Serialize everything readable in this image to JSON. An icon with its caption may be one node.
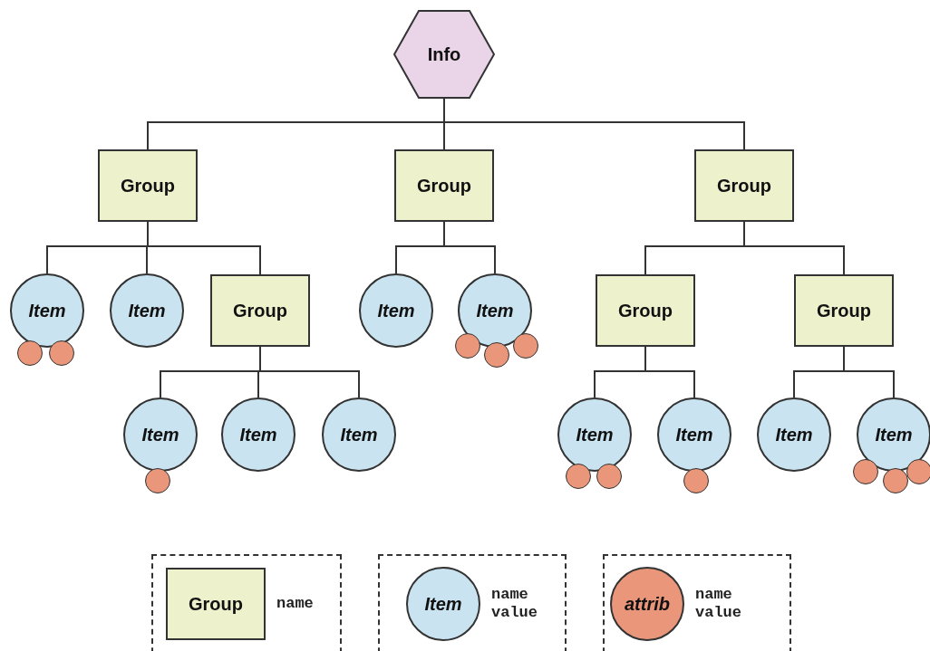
{
  "diagram": {
    "nodes": [
      {
        "text": [
          "Info"
        ]
      },
      {
        "text": [
          "Group"
        ]
      },
      {
        "text": [
          "Group"
        ]
      },
      {
        "text": [
          "Group"
        ]
      },
      {
        "text": [
          "Item"
        ]
      },
      {
        "text": [
          "Item"
        ]
      },
      {
        "text": [
          "Group"
        ]
      },
      {
        "text": [
          "Item"
        ]
      },
      {
        "text": [
          "Item"
        ]
      },
      {
        "text": [
          "Group"
        ]
      },
      {
        "text": [
          "Group"
        ]
      },
      {
        "text": [
          "Item"
        ]
      },
      {
        "text": [
          "Item"
        ]
      },
      {
        "text": [
          "Item"
        ]
      },
      {
        "text": [
          "Item"
        ]
      },
      {
        "text": [
          "Item"
        ]
      },
      {
        "text": [
          "Item"
        ]
      },
      {
        "text": [
          "Item"
        ]
      },
      {
        "text": [],
        "shape": "circle"
      },
      {
        "text": [],
        "shape": "circle"
      },
      {
        "text": [],
        "shape": "circle"
      },
      {
        "text": [],
        "shape": "circle"
      },
      {
        "text": [],
        "shape": "circle"
      },
      {
        "text": [],
        "shape": "circle"
      },
      {
        "text": [],
        "shape": "circle"
      },
      {
        "text": [],
        "shape": "circle"
      },
      {
        "text": [],
        "shape": "circle"
      },
      {
        "text": [],
        "shape": "circle"
      },
      {
        "text": [],
        "shape": "circle"
      },
      {
        "text": [],
        "shape": "circle"
      },
      {
        "text": [
          "Group"
        ],
        "beside": [
          "name"
        ]
      },
      {
        "text": [
          "Item"
        ],
        "beside": [
          "name value"
        ]
      },
      {
        "text": [
          "attrib"
        ],
        "beside": [
          "name value"
        ]
      }
    ],
    "edges": [
      {
        "from": 0,
        "to": 1,
        "arrow": "none"
      },
      {
        "from": 0,
        "to": 2,
        "arrow": "none"
      },
      {
        "from": 0,
        "to": 3,
        "arrow": "none"
      },
      {
        "from": 1,
        "to": 4,
        "arrow": "none"
      },
      {
        "from": 1,
        "to": 5,
        "arrow": "none"
      },
      {
        "from": 1,
        "to": 6,
        "arrow": "none"
      },
      {
        "from": 2,
        "to": 7,
        "arrow": "none"
      },
      {
        "from": 2,
        "to": 8,
        "arrow": "none"
      },
      {
        "from": 3,
        "to": 9,
        "arrow": "none"
      },
      {
        "from": 3,
        "to": 10,
        "arrow": "none"
      },
      {
        "from": 6,
        "to": 11,
        "arrow": "none"
      },
      {
        "from": 6,
        "to": 12,
        "arrow": "none"
      },
      {
        "from": 6,
        "to": 13,
        "arrow": "none"
      },
      {
        "from": 9,
        "to": 14,
        "arrow": "none"
      },
      {
        "from": 9,
        "to": 15,
        "arrow": "none"
      },
      {
        "from": 10,
        "to": 16,
        "arrow": "none"
      },
      {
        "from": 10,
        "to": 17,
        "arrow": "none"
      }
    ]
  }
}
